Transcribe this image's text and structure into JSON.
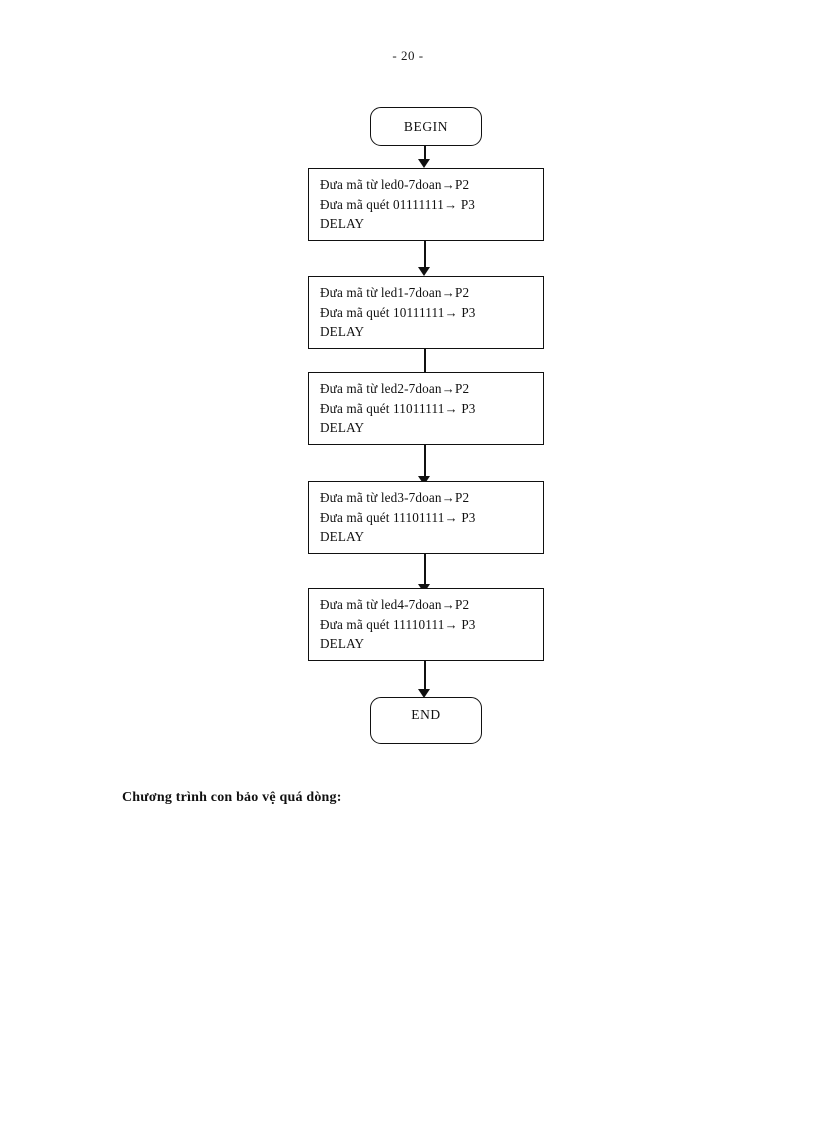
{
  "page": {
    "number_label": "- 20 -"
  },
  "flowchart": {
    "start_node": {
      "label": "BEGIN",
      "shape": "terminator"
    },
    "end_node": {
      "label": "END",
      "shape": "terminator"
    },
    "steps": [
      {
        "line1": "Đưa mã từ led0-7doan→P2",
        "line2": "Đưa mã quét 01111111→ P3",
        "line3": "DELAY"
      },
      {
        "line1": "Đưa mã từ led1-7doan→P2",
        "line2": "Đưa mã quét 10111111→ P3",
        "line3": "DELAY"
      },
      {
        "line1": "Đưa mã từ led2-7doan→P2",
        "line2": "Đưa mã quét 11011111→ P3",
        "line3": "DELAY"
      },
      {
        "line1": "Đưa mã từ led3-7doan→P2",
        "line2": "Đưa mã quét 11101111→ P3",
        "line3": "DELAY"
      },
      {
        "line1": "Đưa mã từ led4-7doan→P2",
        "line2": "Đưa mã quét 11110111→ P3",
        "line3": "DELAY"
      }
    ]
  },
  "caption": {
    "text": "Chương trình con bảo vệ quá dòng:"
  },
  "colors": {
    "ink": "#111111",
    "background": "#ffffff"
  }
}
